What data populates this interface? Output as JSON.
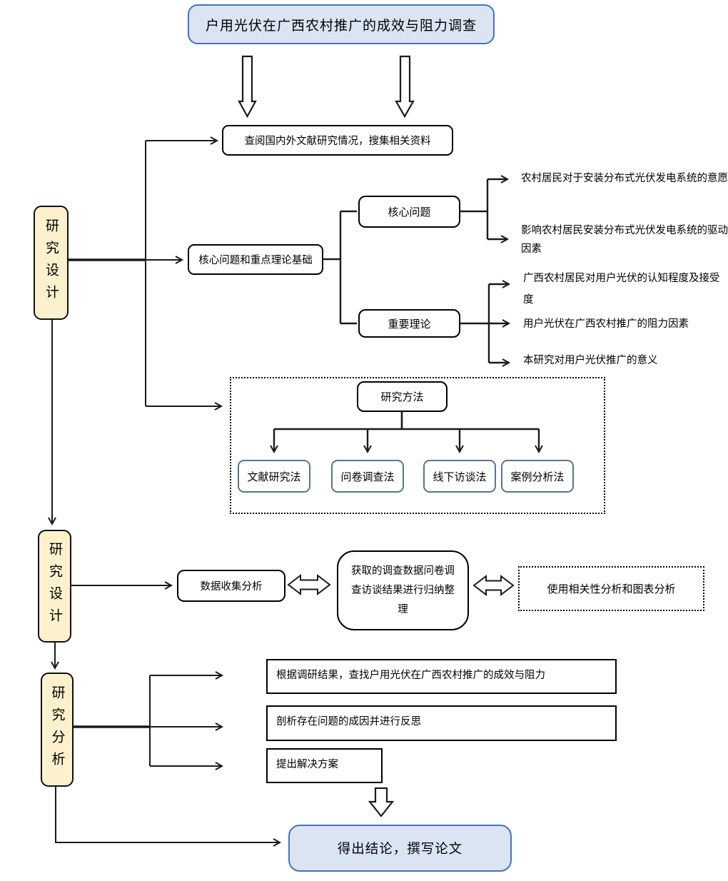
{
  "diagram": {
    "title": "户用光伏在广西农村推广的成效与阻力调查",
    "literature_review": "查阅国内外文献研究情况，搜集相关资料",
    "stage1_label": "研究设计",
    "core_theory_label": "核心问题和重点理论基础",
    "core_question_label": "核心问题",
    "key_theory_label": "重要理论",
    "core_question_items": [
      "农村居民对于安装分布式光伏发电系统的意愿",
      "影响农村居民安装分布式光伏发电系统的驱动因素"
    ],
    "key_theory_items": [
      "广西农村居民对用户光伏的认知程度及接受度",
      "用户光伏在广西农村推广的阻力因素",
      "本研究对用户光伏推广的意义"
    ],
    "methods_title": "研究方法",
    "methods": [
      "文献研究法",
      "问卷调查法",
      "线下访谈法",
      "案例分析法"
    ],
    "stage2_label": "研究设计",
    "data_collection": "数据收集分析",
    "data_processing": "获取的调查数据问卷调查访谈结果进行归纳整理",
    "analysis_tools": "使用相关性分析和图表分析",
    "stage3_label": "研究分析",
    "analysis_steps": [
      "根据调研结果，查找户用光伏在广西农村推广的成效与阻力",
      "剖析存在问题的成因并进行反思",
      "提出解决方案"
    ],
    "conclusion": "得出结论，撰写论文"
  },
  "colors": {
    "accent_fill_blue": "#dbe4f3",
    "accent_border_blue": "#4472c4",
    "stage_fill_yellow": "#fcf1cc",
    "method_border_blue_gray": "#5a7391",
    "line_black": "#1a1a1a"
  }
}
